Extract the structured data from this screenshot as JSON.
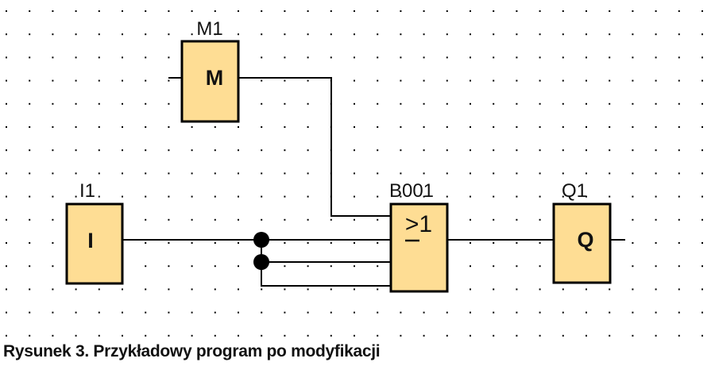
{
  "diagram": {
    "blocks": [
      {
        "id": "M1",
        "label": "M1",
        "symbol": "M",
        "type": "flag"
      },
      {
        "id": "I1",
        "label": "I1",
        "symbol": "I",
        "type": "input"
      },
      {
        "id": "B001",
        "label": "B001",
        "symbol": "≥1",
        "type": "or-gate"
      },
      {
        "id": "Q1",
        "label": "Q1",
        "symbol": "Q",
        "type": "output"
      }
    ],
    "connections": [
      {
        "from": "M1",
        "to": "B001",
        "input": 1
      },
      {
        "from": "I1",
        "to": "B001",
        "input": 2
      },
      {
        "from": "I1",
        "to": "B001",
        "input": 3
      },
      {
        "from": "I1",
        "to": "B001",
        "input": 4
      },
      {
        "from": "B001",
        "to": "Q1",
        "input": 1
      }
    ],
    "colors": {
      "block_fill": "#FEDD94",
      "line": "#000000",
      "grid_dot": "#000000"
    }
  },
  "caption": "Rysunek 3. Przykładowy program po modyfikacji"
}
